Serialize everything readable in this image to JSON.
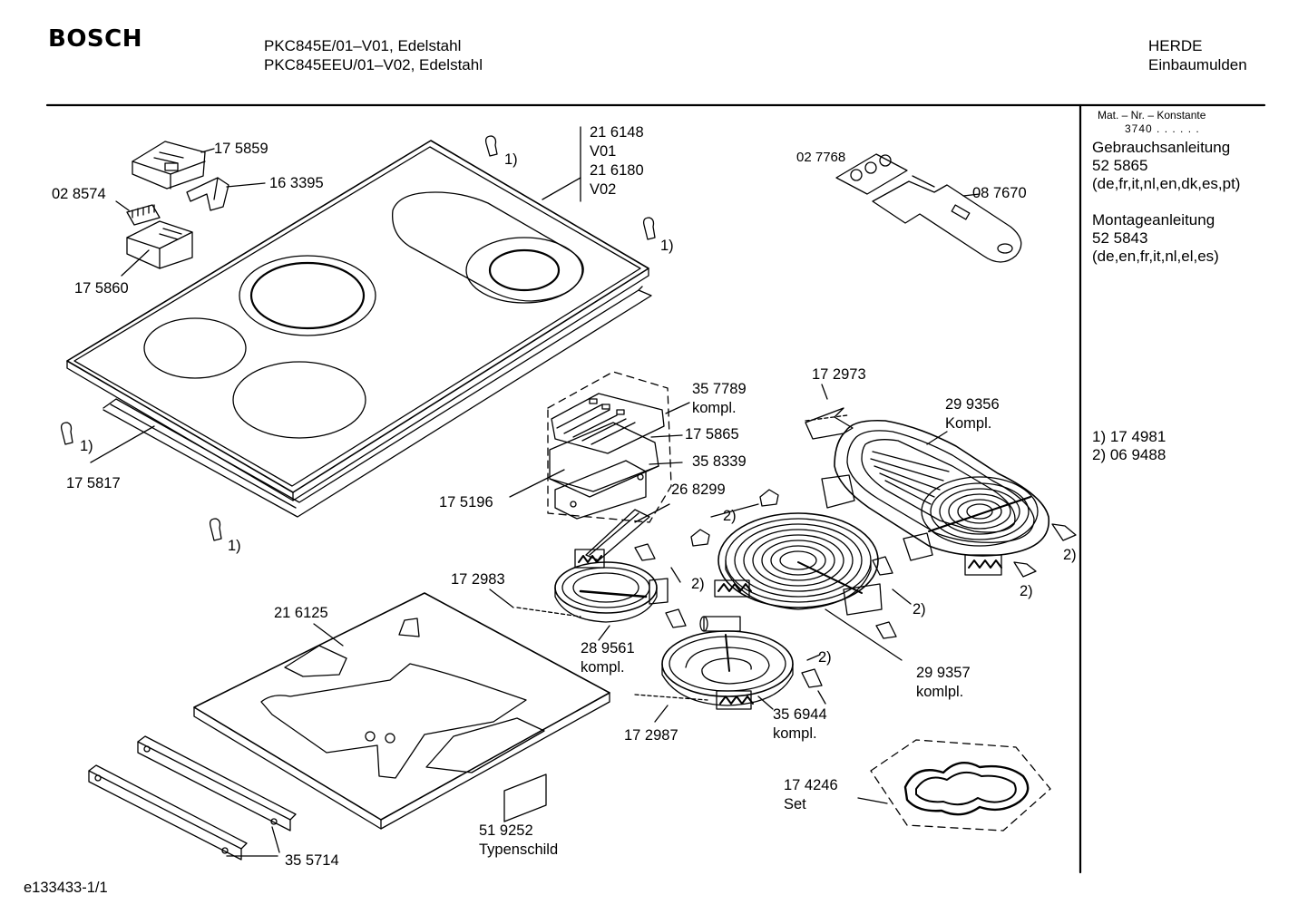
{
  "header": {
    "brand": "BOSCH",
    "model_line1": "PKC845E/01–V01, Edelstahl",
    "model_line2": "PKC845EEU/01–V02, Edelstahl",
    "category_line1": "HERDE",
    "category_line2": "Einbaumulden"
  },
  "sidebar": {
    "mat_nr_heading": "Mat. – Nr. – Konstante",
    "mat_nr_value": "3740  .  .  .  .  .  .",
    "manual1_title": "Gebrauchsanleitung",
    "manual1_number": "52 5865",
    "manual1_langs": "(de,fr,it,nl,en,dk,es,pt)",
    "manual2_title": "Montageanleitung",
    "manual2_number": "52 5843",
    "manual2_langs": "(de,en,fr,it,nl,el,es)",
    "footnote1": "1) 17 4981",
    "footnote2": "2) 06 9488"
  },
  "labels": {
    "p175859": "17 5859",
    "p163395": "16 3395",
    "p028574": "02 8574",
    "p175860": "17 5860",
    "p216148": "21 6148",
    "v01": "V01",
    "p216180": "21 6180",
    "v02": "V02",
    "p027768": "02 7768",
    "p087670": "08 7670",
    "ref1": "1)",
    "ref2": "2)",
    "p175817": "17 5817",
    "p357789": "35 7789",
    "kompl": "kompl.",
    "Kompl": "Kompl.",
    "komlpl": "komlpl.",
    "p175865": "17 5865",
    "p358339": "35 8339",
    "p175196": "17 5196",
    "p268299": "26 8299",
    "p172973": "17 2973",
    "p299356": "29 9356",
    "p172983": "17 2983",
    "p216125": "21 6125",
    "p289561": "28 9561",
    "p299357": "29 9357",
    "p356944": "35 6944",
    "p172987": "17 2987",
    "p174246": "17 4246",
    "set": "Set",
    "p519252": "51 9252",
    "typenschild": "Typenschild",
    "p355714": "35 5714"
  },
  "footer": {
    "doc_id": "e133433-1/1"
  }
}
